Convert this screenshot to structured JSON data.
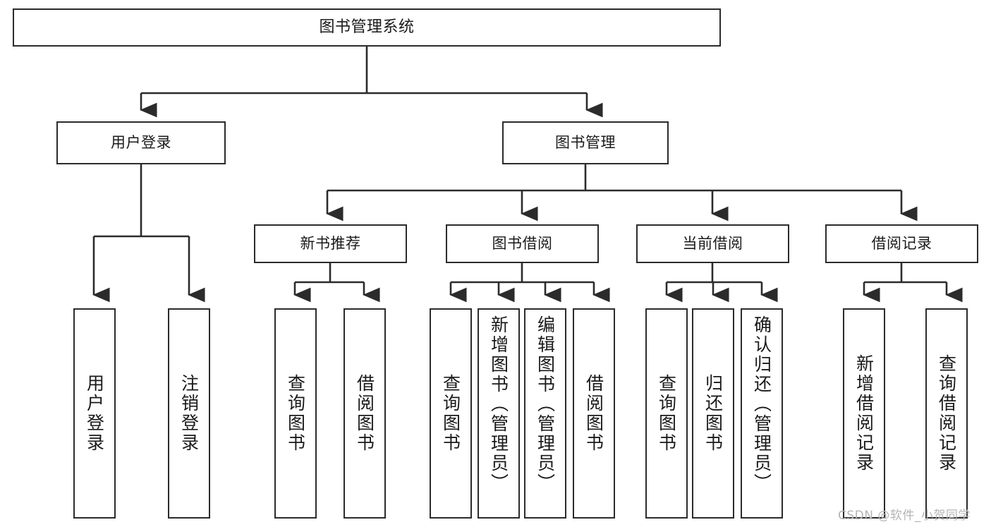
{
  "diagram": {
    "title": "图书管理系统",
    "type": "function-structure-tree",
    "root": {
      "label": "图书管理系统"
    },
    "level1": [
      {
        "label": "用户登录"
      },
      {
        "label": "图书管理"
      }
    ],
    "level2": [
      {
        "label": "新书推荐"
      },
      {
        "label": "图书借阅"
      },
      {
        "label": "当前借阅"
      },
      {
        "label": "借阅记录"
      }
    ],
    "leaves": [
      {
        "label": "用户登录"
      },
      {
        "label": "注销登录"
      },
      {
        "label": "查询图书"
      },
      {
        "label": "借阅图书"
      },
      {
        "label": "查询图书"
      },
      {
        "label": "新增图书（管理员）"
      },
      {
        "label": "编辑图书（管理员）"
      },
      {
        "label": "借阅图书"
      },
      {
        "label": "查询图书"
      },
      {
        "label": "归还图书"
      },
      {
        "label": "确认归还（管理员）"
      },
      {
        "label": "新增借阅记录"
      },
      {
        "label": "查询借阅记录"
      }
    ]
  },
  "watermark": {
    "text": "CSDN @软件_小贺同学"
  },
  "colors": {
    "border": "#2b2b2b",
    "background": "#ffffff",
    "text": "#1a1a1a",
    "watermark": "#b4b4b4"
  }
}
